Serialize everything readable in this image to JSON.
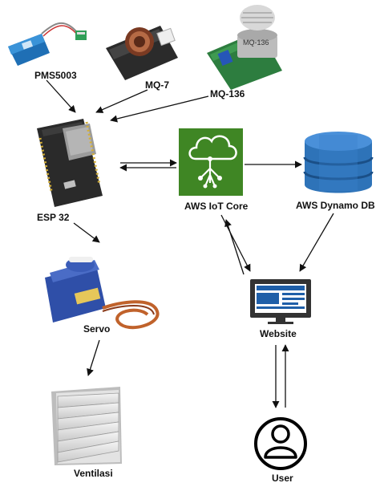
{
  "nodes": {
    "pms5003": {
      "label": "PMS5003",
      "icon": "particulate-sensor-icon",
      "color": "#2c7fc4"
    },
    "mq7": {
      "label": "MQ-7",
      "icon": "gas-sensor-icon"
    },
    "mq136": {
      "label": "MQ-136",
      "icon": "gas-sensor-icon",
      "chip_text": "MQ-136"
    },
    "esp32": {
      "label": "ESP 32",
      "icon": "microcontroller-board-icon"
    },
    "aws_iot": {
      "label": "AWS IoT Core",
      "icon": "aws-iot-core-icon",
      "color": "#3f8624"
    },
    "dynamodb": {
      "label": "AWS Dynamo DB",
      "icon": "dynamodb-icon",
      "color": "#2e73b8"
    },
    "servo": {
      "label": "Servo",
      "icon": "servo-motor-icon",
      "color": "#2f4fa8"
    },
    "website": {
      "label": "Website",
      "icon": "monitor-icon"
    },
    "ventilasi": {
      "label": "Ventilasi",
      "icon": "ventilation-louver-icon"
    },
    "user": {
      "label": "User",
      "icon": "user-icon"
    }
  }
}
